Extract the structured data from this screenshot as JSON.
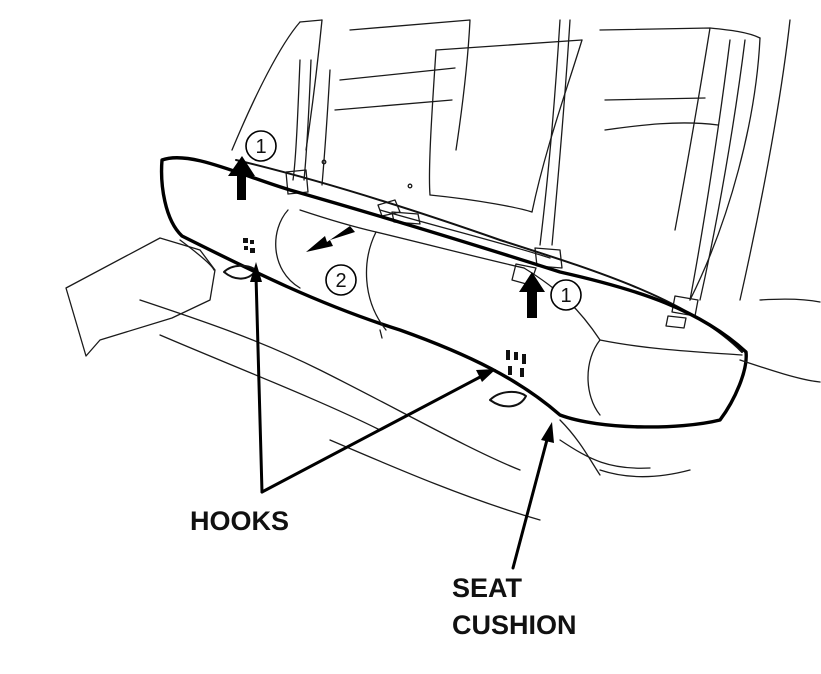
{
  "labels": {
    "hooks": "HOOKS",
    "seat_cushion_line1": "SEAT",
    "seat_cushion_line2": "CUSHION"
  },
  "steps": {
    "step1": "1",
    "step2": "2"
  },
  "colors": {
    "ink": "#000000",
    "paper": "#ffffff"
  }
}
